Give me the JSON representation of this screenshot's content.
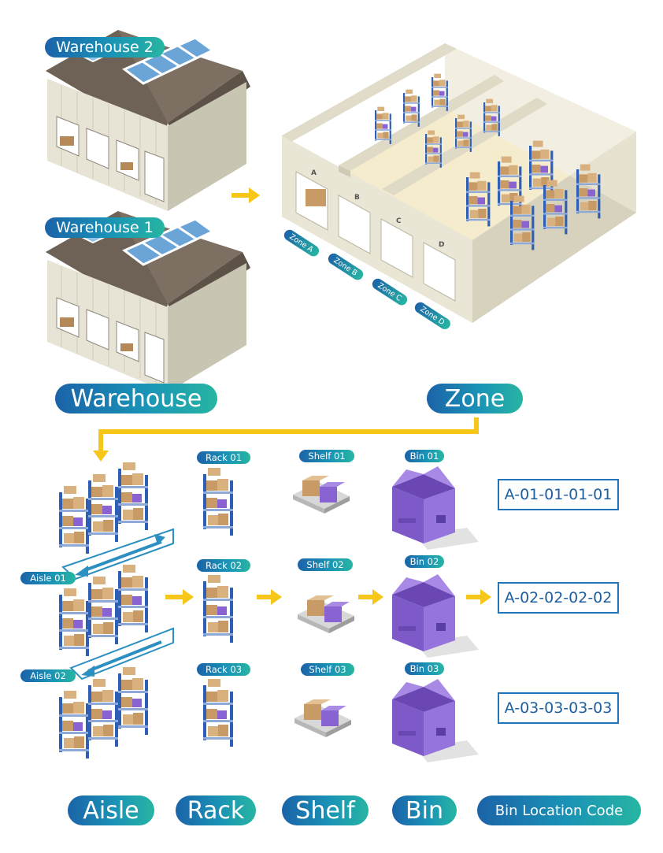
{
  "warehouses": [
    "Warehouse 2",
    "Warehouse 1"
  ],
  "warehouse_label": "Warehouse",
  "zone_label": "Zone",
  "zones": [
    "Zone A",
    "Zone B",
    "Zone C",
    "Zone D"
  ],
  "doors": [
    "A",
    "B",
    "C",
    "D"
  ],
  "aisles": [
    "Aisle 01",
    "Aisle 02"
  ],
  "racks": [
    "Rack 01",
    "Rack 02",
    "Rack 03"
  ],
  "shelves": [
    "Shelf 01",
    "Shelf 02",
    "Shelf 03"
  ],
  "bins": [
    "Bin 01",
    "Bin 02",
    "Bin 03"
  ],
  "codes": [
    "A-01-01-01-01",
    "A-02-02-02-02",
    "A-03-03-03-03"
  ],
  "bottom_labels": {
    "aisle": "Aisle",
    "rack": "Rack",
    "shelf": "Shelf",
    "bin": "Bin",
    "code": "Bin Location Code"
  },
  "colors": {
    "arrow": "#f6c619",
    "label_gradient_start": "#1b63a8",
    "label_gradient_end": "#27b5a2",
    "bin_purple": "#8a63d2",
    "rack_blue": "#2f5fb5",
    "box_brown": "#c79a66"
  }
}
